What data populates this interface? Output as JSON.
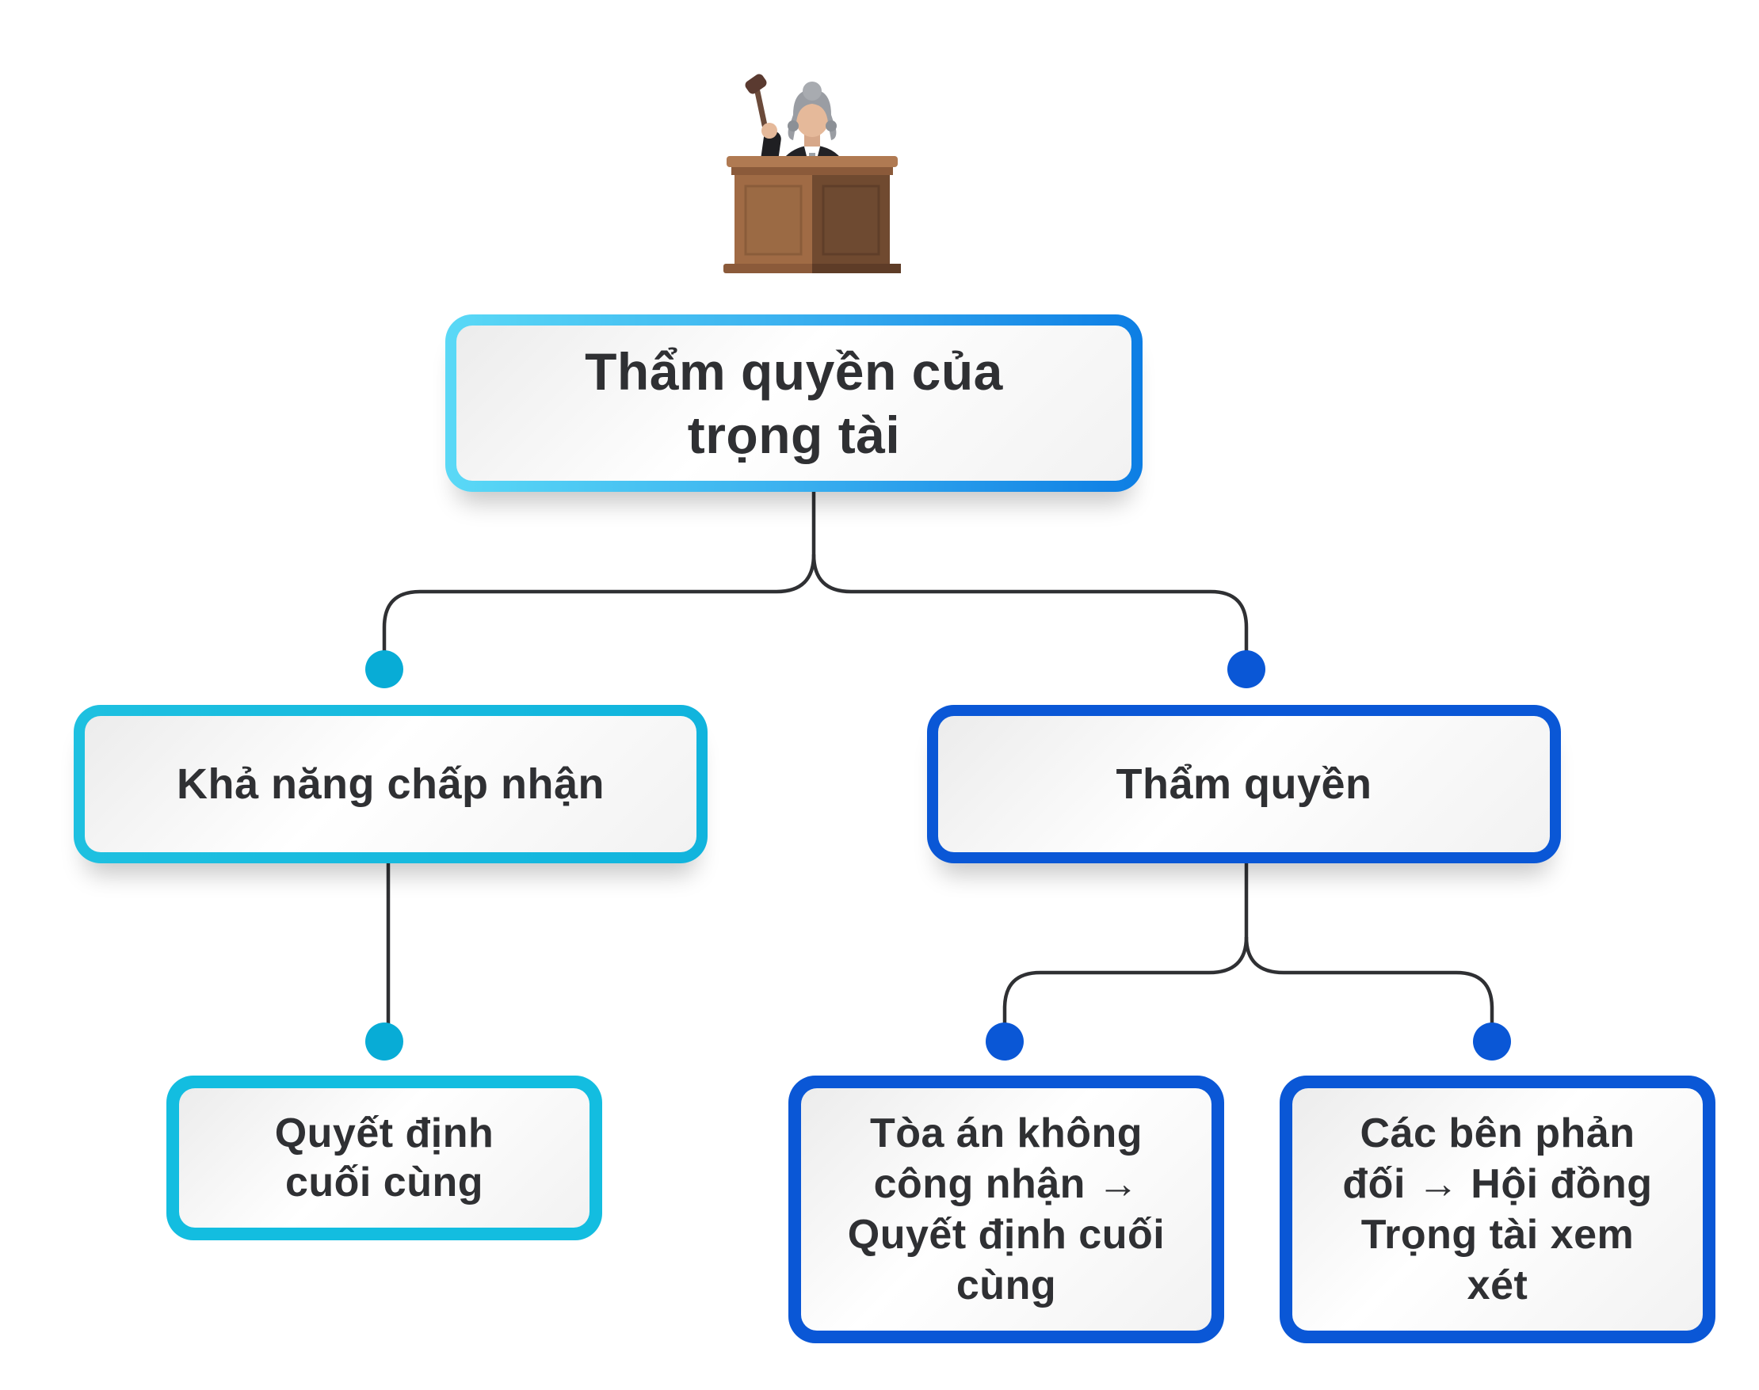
{
  "diagram": {
    "root": {
      "label": "Thẩm quyền của trọng tài"
    },
    "left": {
      "label": "Khả năng chấp nhận"
    },
    "right": {
      "label": "Thẩm quyền"
    },
    "left_leaf": {
      "label": "Quyết định cuối cùng"
    },
    "right_leaf_1": {
      "label": "Tòa án không công nhận → Quyết định cuối cùng"
    },
    "right_leaf_2": {
      "label": "Các bên phản đối → Hội đồng Trọng tài xem xét"
    }
  },
  "icon": "judge-at-podium-icon",
  "colors": {
    "connector": "#2f3033",
    "cyan": "#13bde0",
    "blue": "#0a57d6",
    "text": "#2f3033"
  }
}
